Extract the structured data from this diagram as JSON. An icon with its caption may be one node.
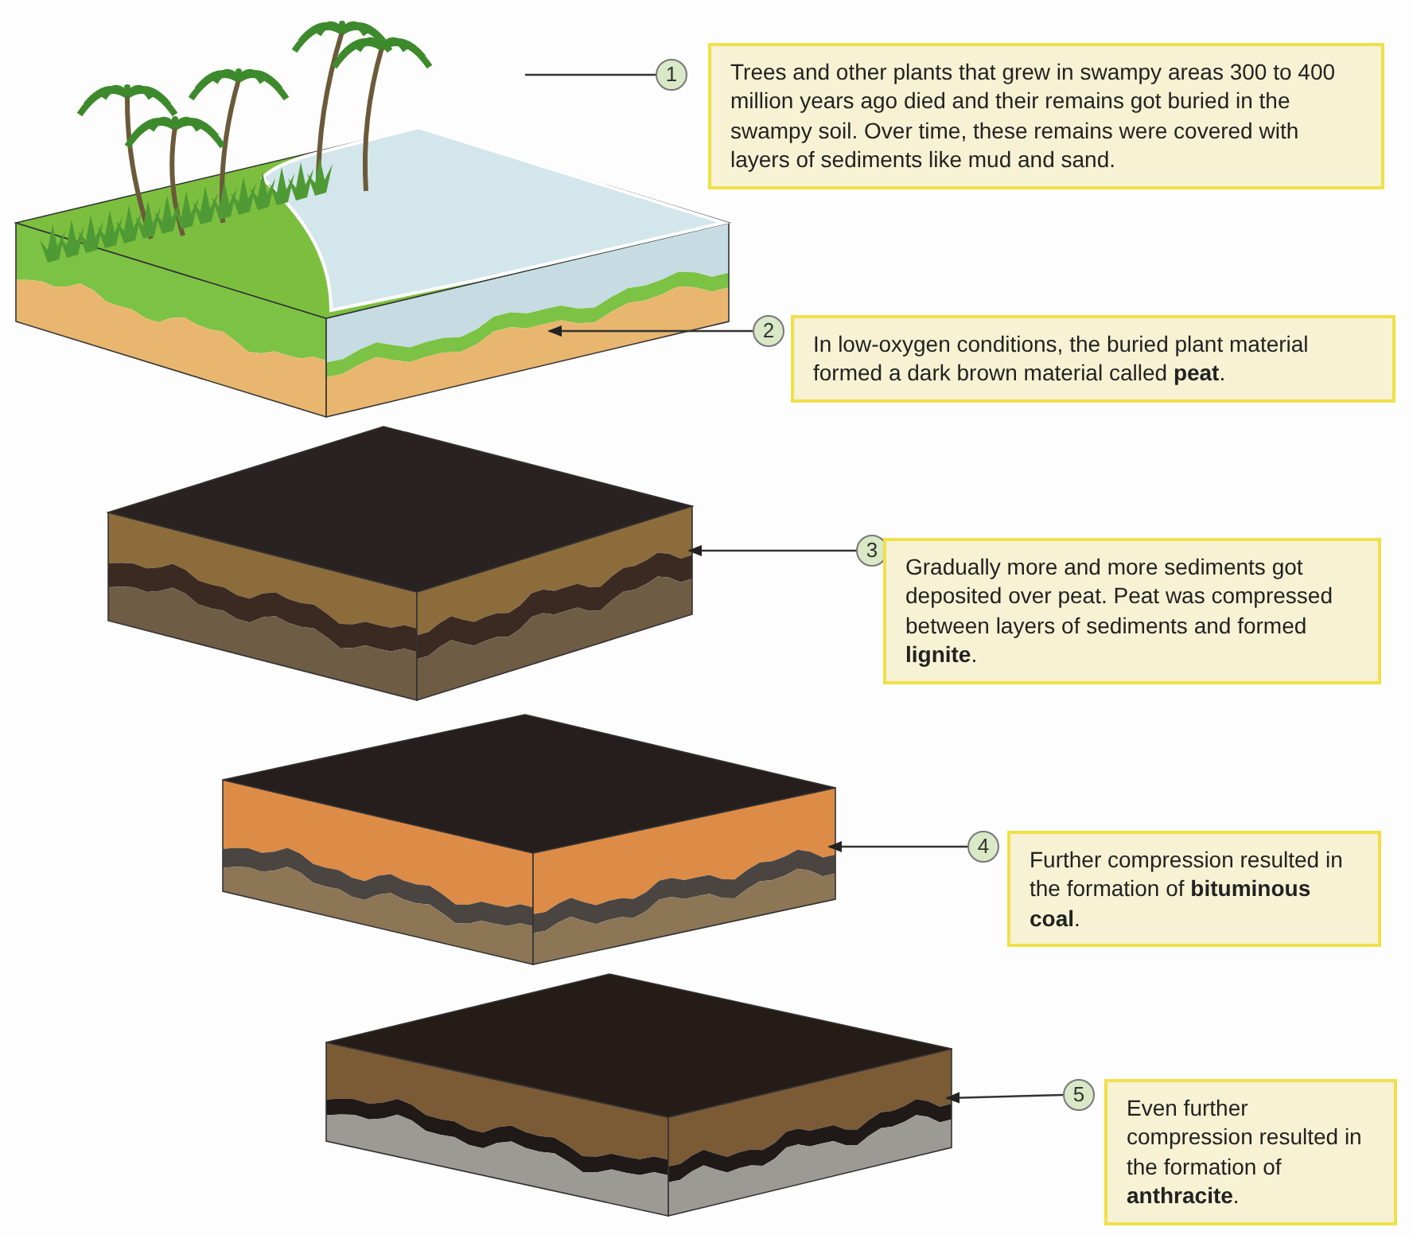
{
  "diagram": {
    "nodes": [
      {
        "text": [],
        "shape": "picture"
      },
      {
        "text": [],
        "shape": "picture"
      },
      {
        "text": [],
        "shape": "picture"
      },
      {
        "text": [],
        "shape": "picture"
      },
      {
        "text": [
          "Trees and other plants that grew in swampy areas 300 to 400 million years ago died and their remains got buried in the swampy soil. Over time, these remains were covered with layers of sediments like mud and sand."
        ],
        "beside": [
          "1"
        ]
      },
      {
        "text": [
          "In low-oxygen conditions, the buried plant material formed a dark brown material called **peat**."
        ],
        "beside": [
          "2"
        ]
      },
      {
        "text": [
          "Gradually more and more sediments got deposited over peat. Peat was compressed between layers of sediments and formed **lignite**."
        ],
        "beside": [
          "3"
        ]
      },
      {
        "text": [
          "Further compression resulted in the formation of **bituminous coal**."
        ],
        "beside": [
          "4"
        ]
      },
      {
        "text": [
          "Even further compression resulted in the formation of **anthracite**."
        ],
        "beside": [
          "5"
        ]
      }
    ],
    "edges": [
      {
        "from": 4,
        "to": 0,
        "arrow": "none"
      },
      {
        "from": 5,
        "to": 0,
        "arrow": "to"
      },
      {
        "from": 6,
        "to": 1,
        "arrow": "to"
      },
      {
        "from": 7,
        "to": 2,
        "arrow": "to"
      },
      {
        "from": 8,
        "to": 3,
        "arrow": "to"
      }
    ]
  }
}
